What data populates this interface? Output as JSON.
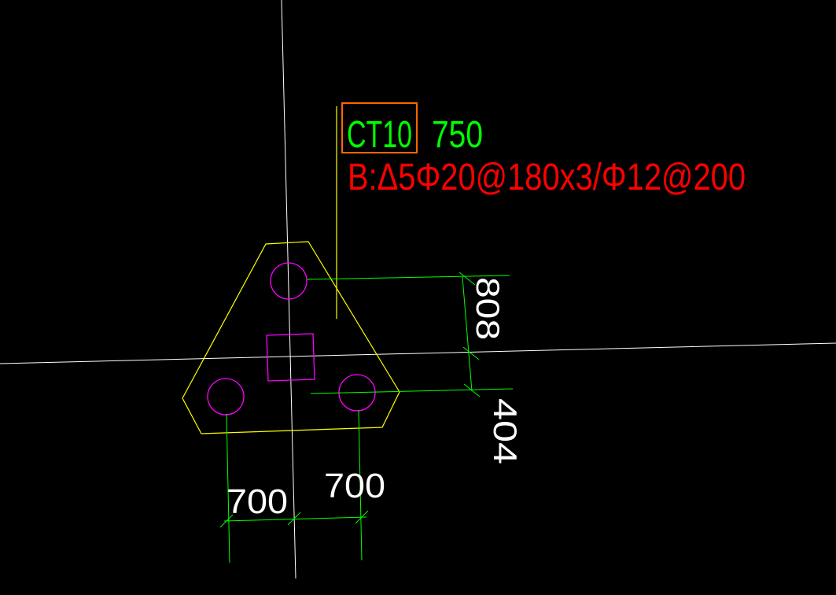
{
  "cap": {
    "tag": "CT10",
    "thickness": "750",
    "reinforcement": "B:Δ5Φ20@180x3/Φ12@200"
  },
  "dimensions": {
    "vertical_upper": "808",
    "vertical_lower": "404",
    "horizontal_left": "700",
    "horizontal_right": "700"
  },
  "colors": {
    "background": "#000000",
    "axis": "#ffffff",
    "cap_outline": "#ffff00",
    "pile": "#ff00ff",
    "dimension": "#00ff00",
    "label_green": "#00ff00",
    "label_red": "#ff0000",
    "highlight_box": "#ff6600"
  }
}
